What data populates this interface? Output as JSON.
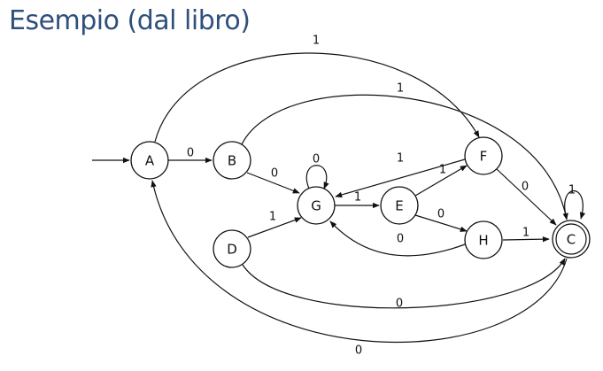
{
  "title": "Esempio (dal libro)",
  "nodes": [
    {
      "id": "A",
      "label": "A"
    },
    {
      "id": "B",
      "label": "B"
    },
    {
      "id": "G",
      "label": "G"
    },
    {
      "id": "D",
      "label": "D"
    },
    {
      "id": "E",
      "label": "E"
    },
    {
      "id": "F",
      "label": "F"
    },
    {
      "id": "H",
      "label": "H"
    },
    {
      "id": "C",
      "label": "C"
    }
  ],
  "edges": [
    {
      "from": "A",
      "to": "B",
      "label": "0"
    },
    {
      "from": "A",
      "to": "F",
      "label": "1"
    },
    {
      "from": "B",
      "to": "G",
      "label": "0"
    },
    {
      "from": "B",
      "to": "C",
      "label": "1"
    },
    {
      "from": "G",
      "to": "G",
      "label": "0"
    },
    {
      "from": "G",
      "to": "E",
      "label": "1"
    },
    {
      "from": "D",
      "to": "G",
      "label": "1"
    },
    {
      "from": "D",
      "to": "C",
      "label": "0"
    },
    {
      "from": "E",
      "to": "F",
      "label": "1"
    },
    {
      "from": "E",
      "to": "H",
      "label": "0"
    },
    {
      "from": "F",
      "to": "G",
      "label": "1"
    },
    {
      "from": "F",
      "to": "C",
      "label": "0"
    },
    {
      "from": "H",
      "to": "G",
      "label": "0"
    },
    {
      "from": "H",
      "to": "C",
      "label": "1"
    },
    {
      "from": "C",
      "to": "C",
      "label": "1"
    },
    {
      "from": "C",
      "to": "A",
      "label": "0"
    }
  ],
  "start_state": "A",
  "accepting_states": [
    "C"
  ]
}
